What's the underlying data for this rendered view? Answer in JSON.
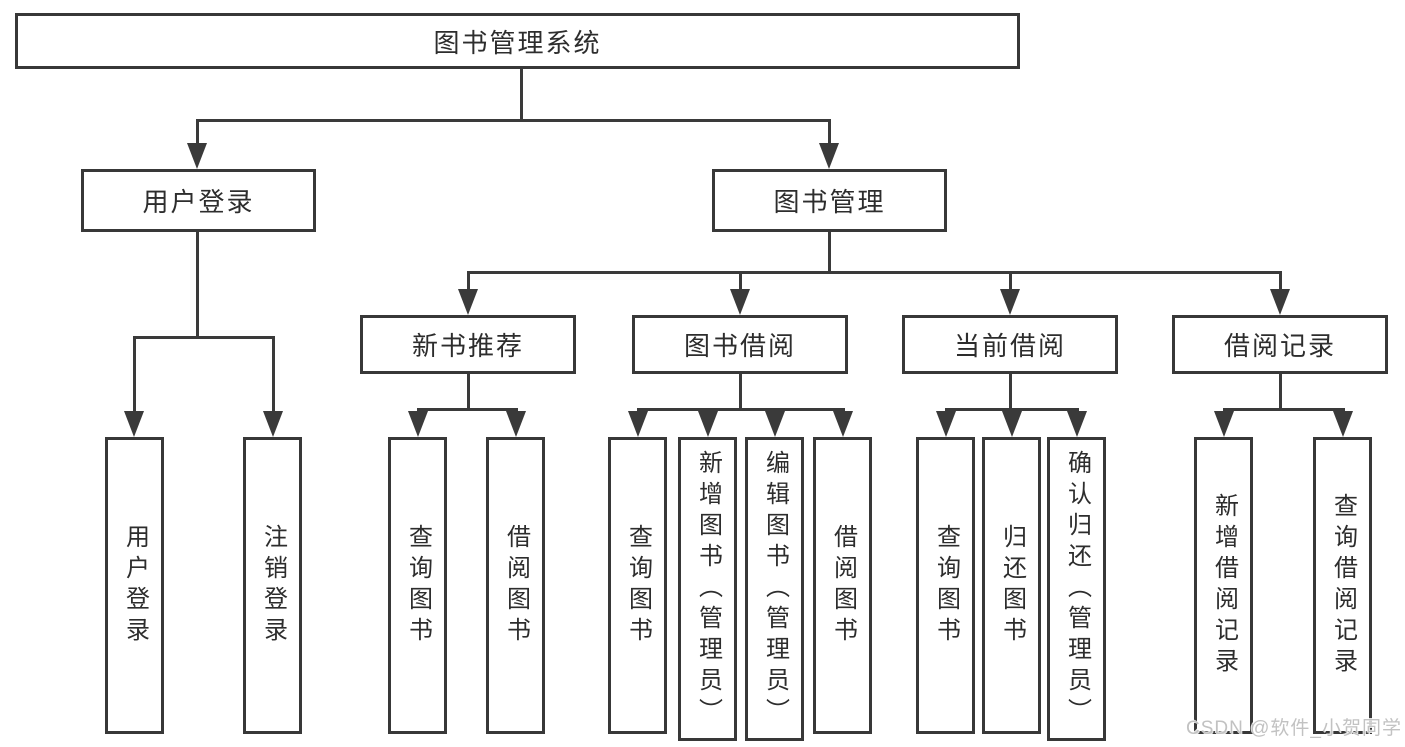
{
  "diagram": {
    "title_node": "图书管理系统",
    "tree": {
      "label": "图书管理系统",
      "children": [
        {
          "label": "用户登录",
          "children": [
            {
              "label": "用户登录"
            },
            {
              "label": "注销登录"
            }
          ]
        },
        {
          "label": "图书管理",
          "children": [
            {
              "label": "新书推荐",
              "children": [
                {
                  "label": "查询图书"
                },
                {
                  "label": "借阅图书"
                }
              ]
            },
            {
              "label": "图书借阅",
              "children": [
                {
                  "label": "查询图书"
                },
                {
                  "label": "新增图书（管理员）"
                },
                {
                  "label": "编辑图书（管理员）"
                },
                {
                  "label": "借阅图书"
                }
              ]
            },
            {
              "label": "当前借阅",
              "children": [
                {
                  "label": "查询图书"
                },
                {
                  "label": "归还图书"
                },
                {
                  "label": "确认归还（管理员）"
                }
              ]
            },
            {
              "label": "借阅记录",
              "children": [
                {
                  "label": "新增借阅记录"
                },
                {
                  "label": "查询借阅记录"
                }
              ]
            }
          ]
        }
      ]
    },
    "colors": {
      "line": "#3a3a3a",
      "border": "#383838",
      "text": "#2d2d2d",
      "background": "#ffffff",
      "watermark": "#c2c2c2"
    }
  },
  "watermark": {
    "text": "CSDN @软件_小贺同学"
  }
}
